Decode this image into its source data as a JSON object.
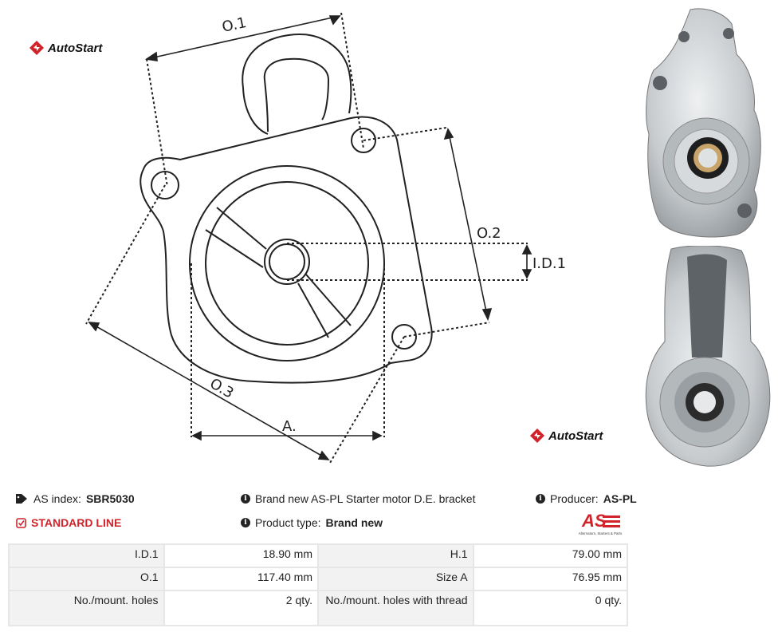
{
  "brand": {
    "name": "AutoStart"
  },
  "diagram": {
    "labels": {
      "o1": "O.1",
      "o2": "O.2",
      "o3": "O.3",
      "id1": "I.D.1",
      "a": "A."
    }
  },
  "info": {
    "as_index_label": "AS index:",
    "as_index_value": "SBR5030",
    "standard_line": "STANDARD LINE",
    "description": "Brand new AS-PL Starter motor D.E. bracket",
    "product_type_label": "Product type:",
    "product_type_value": "Brand new",
    "producer_label": "Producer:",
    "producer_value": "AS-PL",
    "as_logo_text": "AS",
    "as_logo_tagline": "Alternators, Starters & Parts"
  },
  "specs": {
    "rows": [
      [
        {
          "label": "I.D.1",
          "value": "18.90 mm"
        },
        {
          "label": "H.1",
          "value": "79.00 mm"
        }
      ],
      [
        {
          "label": "O.1",
          "value": "117.40 mm"
        },
        {
          "label": "Size A",
          "value": "76.95 mm"
        }
      ],
      [
        {
          "label": "No./mount. holes",
          "value": "2 qty."
        },
        {
          "label": "No./mount. holes with thread",
          "value": "0 qty."
        }
      ]
    ]
  },
  "icons": {
    "tag": "tag-icon",
    "check": "check-square-icon",
    "info": "info-circle-icon"
  },
  "colors": {
    "accent_red": "#d0232a",
    "table_border": "#e6e6e6",
    "label_bg": "#f2f2f2"
  }
}
